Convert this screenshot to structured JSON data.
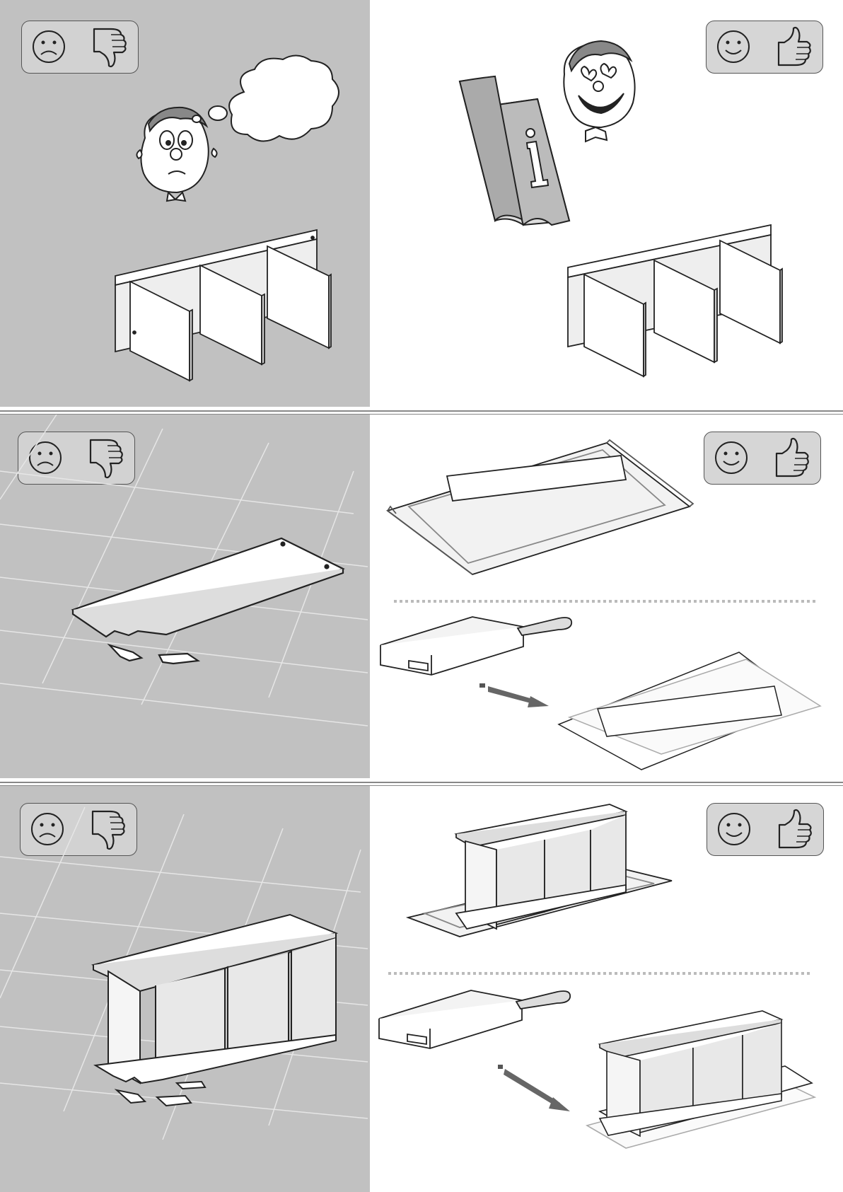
{
  "colors": {
    "bad_panel": "#c1c1c1",
    "good_panel": "#ffffff",
    "badge_fill": "#d2d2d2",
    "line": "#222222",
    "floor_grid": "#e6e6e6"
  },
  "rows": [
    {
      "bad": {
        "badge": [
          "sad-face-icon",
          "thumbs-down-icon"
        ],
        "illustration": [
          "worried-cartoon-face",
          "thought-bubble",
          "cabinet-assembled-upright-on-floor"
        ]
      },
      "good": {
        "badge": [
          "happy-face-icon",
          "thumbs-up-icon"
        ],
        "illustration": [
          "instruction-booklet-i",
          "happy-cartoon-face",
          "cabinet-assembled-upright"
        ]
      }
    },
    {
      "bad": {
        "badge": [
          "sad-face-icon",
          "thumbs-down-icon"
        ],
        "illustration": [
          "broken-panel-on-bare-floor"
        ]
      },
      "good": {
        "badge": [
          "happy-face-icon",
          "thumbs-up-icon"
        ],
        "illustration": [
          "panel-on-rug",
          "box-with-knife",
          "panel-on-cardboard"
        ]
      }
    },
    {
      "bad": {
        "badge": [
          "sad-face-icon",
          "thumbs-down-icon"
        ],
        "illustration": [
          "broken-cabinet-on-bare-floor"
        ]
      },
      "good": {
        "badge": [
          "happy-face-icon",
          "thumbs-up-icon"
        ],
        "illustration": [
          "cabinet-on-rug",
          "box-with-knife",
          "cabinet-on-cardboard"
        ]
      }
    }
  ]
}
